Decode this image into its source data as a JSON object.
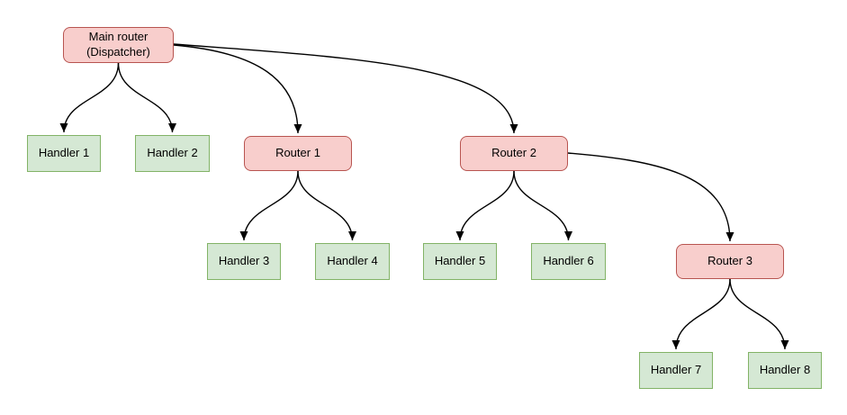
{
  "diagram": {
    "background": "#ffffff",
    "colors": {
      "router_fill": "#f8cecc",
      "router_border": "#b85450",
      "handler_fill": "#d5e8d4",
      "handler_border": "#82b366",
      "edge_color": "#000000",
      "text_color": "#000000"
    },
    "nodes": {
      "main_router": {
        "label": "Main router\n(Dispatcher)",
        "type": "router"
      },
      "router1": {
        "label": "Router 1",
        "type": "router"
      },
      "router2": {
        "label": "Router 2",
        "type": "router"
      },
      "router3": {
        "label": "Router 3",
        "type": "router"
      },
      "handler1": {
        "label": "Handler 1",
        "type": "handler"
      },
      "handler2": {
        "label": "Handler 2",
        "type": "handler"
      },
      "handler3": {
        "label": "Handler 3",
        "type": "handler"
      },
      "handler4": {
        "label": "Handler 4",
        "type": "handler"
      },
      "handler5": {
        "label": "Handler 5",
        "type": "handler"
      },
      "handler6": {
        "label": "Handler 6",
        "type": "handler"
      },
      "handler7": {
        "label": "Handler 7",
        "type": "handler"
      },
      "handler8": {
        "label": "Handler 8",
        "type": "handler"
      }
    },
    "edges": [
      {
        "from": "main_router",
        "to": "handler1"
      },
      {
        "from": "main_router",
        "to": "handler2"
      },
      {
        "from": "main_router",
        "to": "router1"
      },
      {
        "from": "main_router",
        "to": "router2"
      },
      {
        "from": "router1",
        "to": "handler3"
      },
      {
        "from": "router1",
        "to": "handler4"
      },
      {
        "from": "router2",
        "to": "handler5"
      },
      {
        "from": "router2",
        "to": "handler6"
      },
      {
        "from": "router2",
        "to": "router3"
      },
      {
        "from": "router3",
        "to": "handler7"
      },
      {
        "from": "router3",
        "to": "handler8"
      }
    ]
  }
}
